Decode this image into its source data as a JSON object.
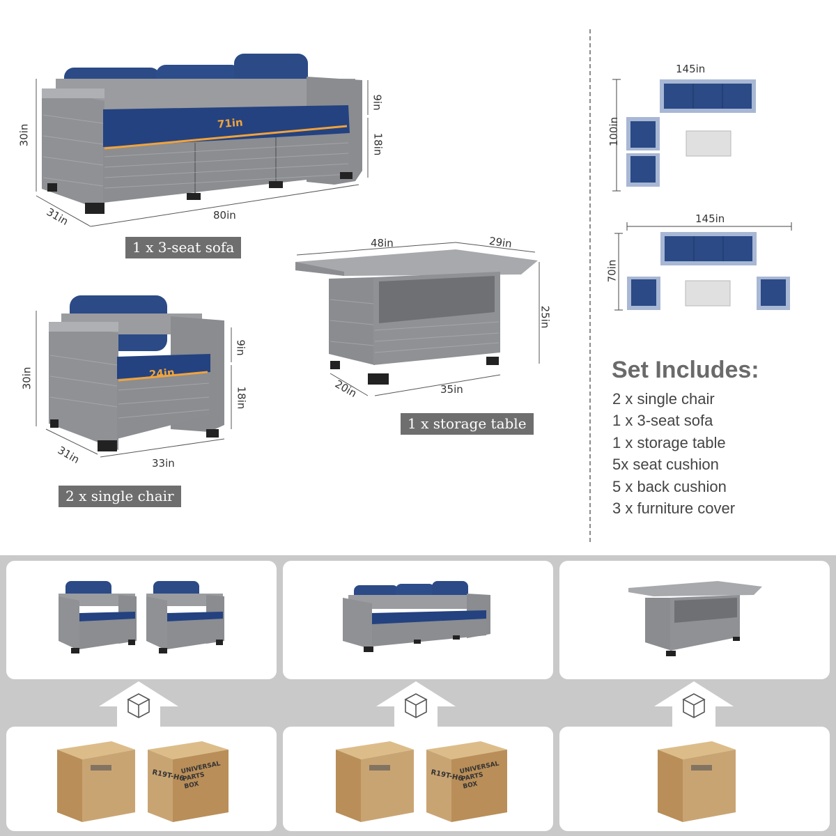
{
  "sofa": {
    "label": "1 x 3-seat sofa",
    "dims": {
      "height": "30in",
      "depth": "31in",
      "width": "80in",
      "seat_width": "71in",
      "back": "9in",
      "seat_h": "18in"
    }
  },
  "chair": {
    "label": "2 x single chair",
    "dims": {
      "height": "30in",
      "depth": "31in",
      "width": "33in",
      "seat_width": "24in",
      "back": "9in",
      "seat_h": "18in"
    }
  },
  "table": {
    "label": "1 x storage table",
    "dims": {
      "top_len": "48in",
      "top_dep": "29in",
      "height": "25in",
      "base_dep": "20in",
      "base_len": "35in"
    }
  },
  "layout1": {
    "width": "145in",
    "height": "100in"
  },
  "layout2": {
    "width": "145in",
    "height": "70in"
  },
  "set": {
    "title": "Set Includes:",
    "items": [
      "2 x single chair",
      "1 x 3-seat sofa",
      "1 x storage table",
      "5x seat cushion",
      "5 x back cushion",
      "3 x furniture cover"
    ]
  },
  "boxes": {
    "box_code": "R19T-H6",
    "parts_box": "UNIVERSAL PARTS BOX"
  },
  "colors": {
    "cushion": "#2b4a86",
    "wicker": "#8d8f93",
    "tag_bg": "#6e6e6e",
    "panel_bg": "#c9c9c9",
    "cardboard": "#c9a473"
  }
}
